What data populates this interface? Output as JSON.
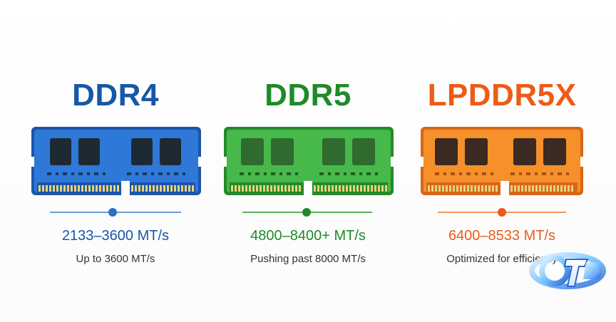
{
  "colors": {
    "ddr4": "#1558a8",
    "ddr4_module": "#2e78d8",
    "ddr4_module_dark": "#1c55ab",
    "ddr5": "#1f8a2a",
    "ddr5_module": "#47b84a",
    "ddr5_module_dark": "#238a29",
    "lpddr5x": "#ee5a18",
    "lpddr5x_module": "#f5902a",
    "lpddr5x_module_dark": "#d96618",
    "contacts": "#e7d27a",
    "chip": "#1e2a33"
  },
  "cards": [
    {
      "title": "DDR4",
      "speed": "2133–3600 MT/s",
      "caption": "Up to 3600 MT/s",
      "icon": "memory-module-icon"
    },
    {
      "title": "DDR5",
      "speed": "4800–8400+ MT/s",
      "caption": "Pushing past 8000 MT/s",
      "icon": "memory-module-icon"
    },
    {
      "title": "LPDDR5X",
      "speed": "6400–8533 MT/s",
      "caption": "Optimized for efficiency",
      "icon": "memory-module-icon"
    }
  ],
  "watermark": {
    "icon": "channel-logo-icon"
  }
}
